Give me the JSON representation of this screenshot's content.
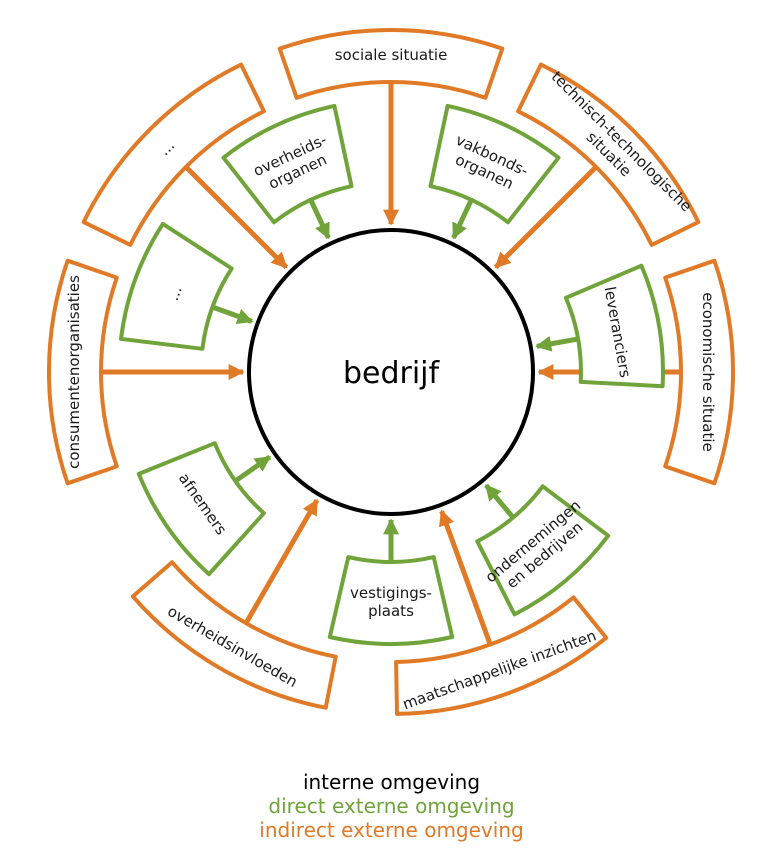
{
  "center": {
    "label": "bedrijf"
  },
  "outer_segments": [
    {
      "id": "sociale-situatie",
      "lines": [
        "sociale situatie"
      ],
      "angle": 0
    },
    {
      "id": "technisch-technologische-situatie",
      "lines": [
        "technisch-technologische",
        "situatie"
      ],
      "angle": 45
    },
    {
      "id": "economische-situatie",
      "lines": [
        "economische situatie"
      ],
      "angle": 90
    },
    {
      "id": "maatschappelijke-inzichten",
      "lines": [
        "maatschappelijke inzichten"
      ],
      "angle": 160
    },
    {
      "id": "overheidsinvloeden",
      "lines": [
        "overheidsinvloeden"
      ],
      "angle": 210
    },
    {
      "id": "consumentenorganisaties",
      "lines": [
        "consumentenorganisaties"
      ],
      "angle": 270
    },
    {
      "id": "outer-ellipsis",
      "lines": [
        "..."
      ],
      "angle": 315
    }
  ],
  "inner_segments": [
    {
      "id": "overheidsorganen",
      "lines": [
        "overheids-",
        "organen"
      ],
      "angle": 335
    },
    {
      "id": "vakbondsorganen",
      "lines": [
        "vakbonds-",
        "organen"
      ],
      "angle": 25
    },
    {
      "id": "leveranciers",
      "lines": [
        "leveranciers"
      ],
      "angle": 80
    },
    {
      "id": "ondernemingen-en-bedrijven",
      "lines": [
        "ondernemingen",
        "en bedrijven"
      ],
      "angle": 140
    },
    {
      "id": "vestigingsplaats",
      "lines": [
        "vestigings-",
        "plaats"
      ],
      "angle": 180
    },
    {
      "id": "afnemers",
      "lines": [
        "afnemers"
      ],
      "angle": 235
    },
    {
      "id": "inner-ellipsis",
      "lines": [
        "..."
      ],
      "angle": 290
    }
  ],
  "legend": {
    "internal": "interne omgeving",
    "direct_external": "direct externe omgeving",
    "indirect_external": "indirect externe omgeving"
  },
  "colors": {
    "internal": "#000000",
    "direct_external": "#70a33a",
    "indirect_external": "#e07a27"
  }
}
